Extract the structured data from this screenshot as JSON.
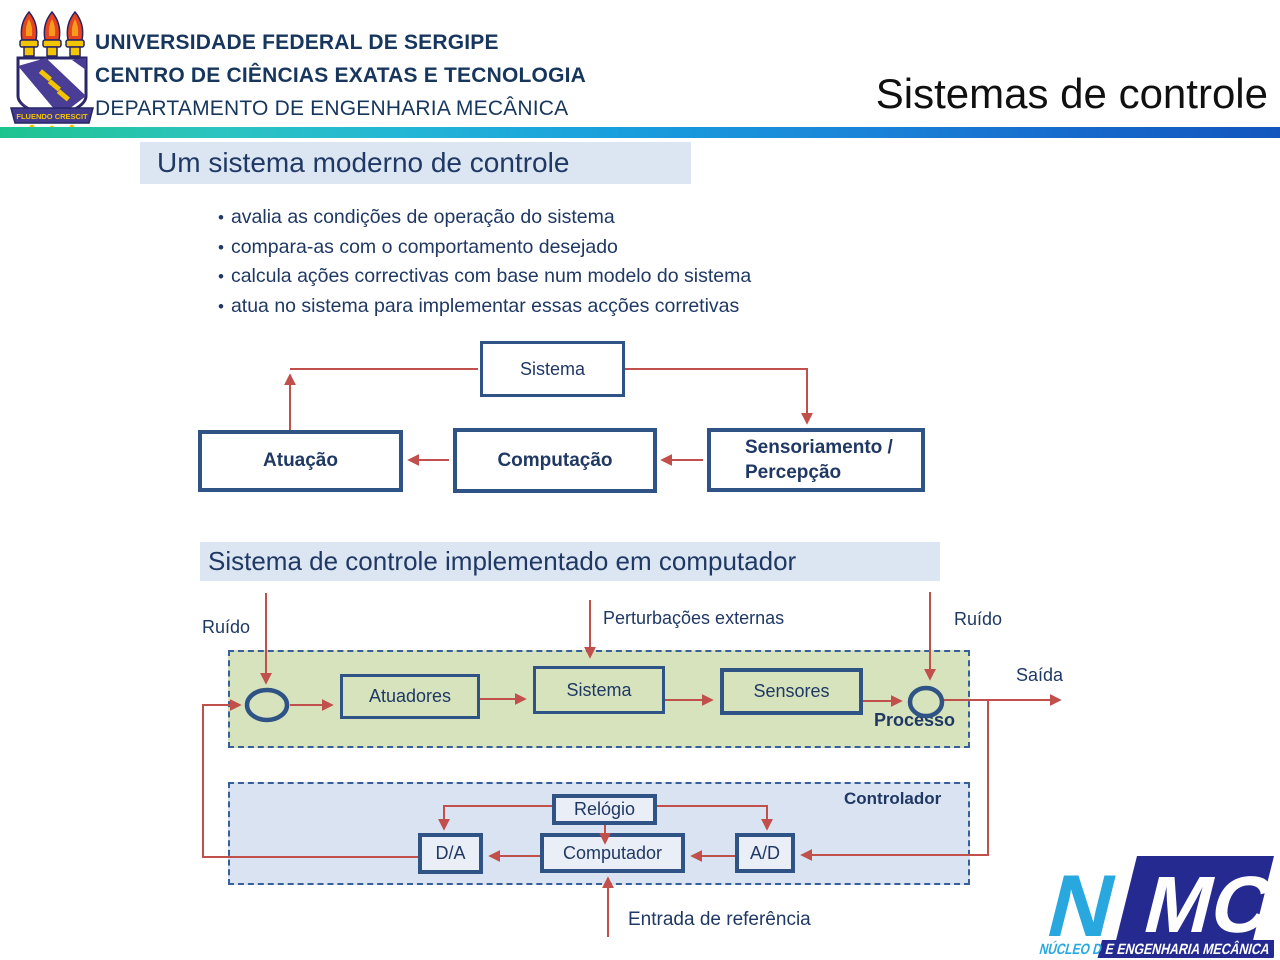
{
  "header": {
    "org_lines": [
      "UNIVERSIDADE FEDERAL DE SERGIPE",
      "CENTRO DE CIÊNCIAS EXATAS E TECNOLOGIA",
      "DEPARTAMENTO DE ENGENHARIA MECÂNICA"
    ],
    "title": "Sistemas de controle"
  },
  "section1": {
    "heading": "Um sistema moderno de controle",
    "bullets": [
      "avalia as condições de operação do sistema",
      "compara-as com o comportamento desejado",
      "calcula ações correctivas com base num modelo do sistema",
      "atua no sistema para implementar essas acções corretivas"
    ]
  },
  "diagram1": {
    "sistema": "Sistema",
    "atuacao": "Atuação",
    "computacao": "Computação",
    "sensoriamento_line1": "Sensoriamento /",
    "sensoriamento_line2": "Percepção"
  },
  "section2": {
    "heading": "Sistema de controle implementado em computador"
  },
  "diagram2": {
    "labels": {
      "ruido_left": "Ruído",
      "perturbacoes": "Perturbações externas",
      "ruido_right": "Ruído",
      "saida": "Saída",
      "processo": "Processo",
      "controlador": "Controlador",
      "entrada": "Entrada de referência"
    },
    "boxes": {
      "atuadores": "Atuadores",
      "sistema": "Sistema",
      "sensores": "Sensores",
      "relogio": "Relógio",
      "computador": "Computador",
      "da": "D/A",
      "ad": "A/D"
    }
  },
  "logos": {
    "ufs_banner": "FLUENDO CRESCIT",
    "nmc": {
      "n": "N",
      "mc": "MC",
      "sub_left": "NÚCLEO D",
      "sub_right": "E ENGENHARIA MECÂNICA"
    }
  },
  "colors": {
    "accent_red": "#c14f4c",
    "box_border_navy": "#2e5384",
    "text_navy": "#1f3864",
    "header_text_navy": "#17365d",
    "heading_bg": "#dce6f2",
    "process_green_fill": "#d6e3bc",
    "controller_blue_fill": "#dae3f1",
    "gradient_left_green": "#1ec48f",
    "gradient_right_blue": "#1256bd",
    "nmc_light_blue": "#29a8e0",
    "nmc_navy": "#252a90",
    "ufs_indigo": "#4a3d96",
    "ufs_yellow": "#f2c500",
    "ufs_flame_red": "#e8431f"
  }
}
